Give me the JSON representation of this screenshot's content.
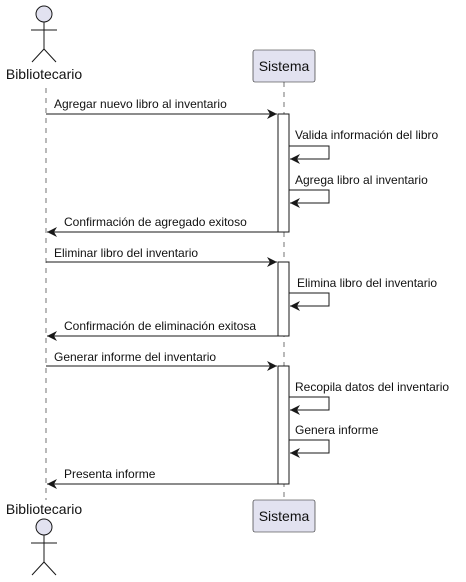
{
  "participants": {
    "actor": {
      "name": "Bibliotecario",
      "icon": "actor-stick-figure-icon"
    },
    "system": {
      "name": "Sistema"
    }
  },
  "messages": [
    {
      "text": "Agregar nuevo libro al inventario",
      "type": "request"
    },
    {
      "text": "Valida información del libro",
      "type": "self"
    },
    {
      "text": "Agrega libro al inventario",
      "type": "self"
    },
    {
      "text": "Confirmación de agregado exitoso",
      "type": "response"
    },
    {
      "text": "Eliminar libro del inventario",
      "type": "request"
    },
    {
      "text": "Elimina libro del inventario",
      "type": "self"
    },
    {
      "text": "Confirmación de eliminación exitosa",
      "type": "response"
    },
    {
      "text": "Generar informe del inventario",
      "type": "request"
    },
    {
      "text": "Recopila datos del inventario",
      "type": "self"
    },
    {
      "text": "Genera informe",
      "type": "self"
    },
    {
      "text": "Presenta informe",
      "type": "response"
    }
  ],
  "colors": {
    "participant_fill": "#E2E2F0",
    "participant_border": "#181818",
    "activation_fill": "#FFFFFF",
    "lifeline": "#181818",
    "arrow": "#181818"
  }
}
